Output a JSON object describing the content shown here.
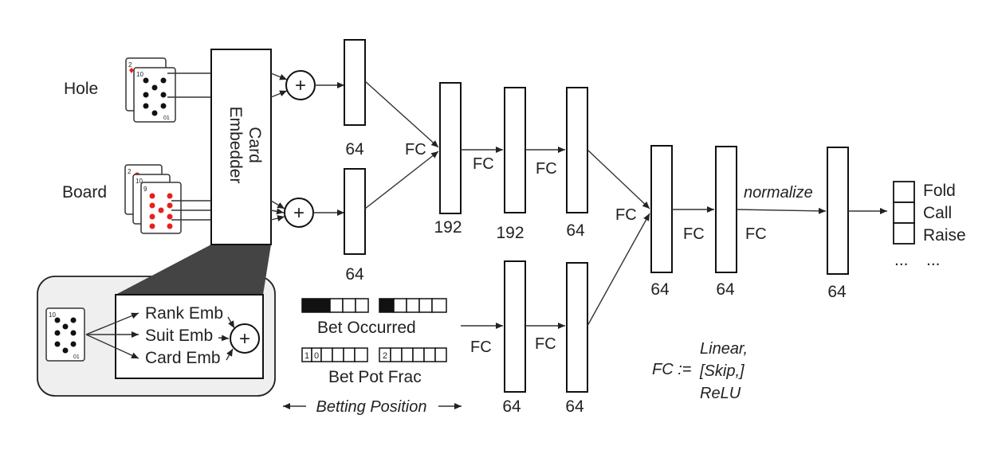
{
  "inputs": {
    "hole": "Hole",
    "board": "Board"
  },
  "embedder": {
    "line1": "Card",
    "line2": "Embedder"
  },
  "embedding_detail": {
    "rank": "Rank Emb",
    "suit": "Suit Emb",
    "card": "Card Emb"
  },
  "card_ranks": {
    "hole_front": "10",
    "hole_back": "2",
    "board_front": "9",
    "board_mid": "10",
    "board_back": "2",
    "detail": "10",
    "bottom": "01"
  },
  "symbols": {
    "plus": "+"
  },
  "layers": {
    "hole_64": "64",
    "board_64": "64",
    "concat_192": "192",
    "fc_192": "192",
    "fc_64a": "64",
    "bet_64a": "64",
    "bet_64b": "64",
    "merge_64": "64",
    "merge_64b": "64",
    "final_64": "64"
  },
  "fc_labels": {
    "fc1": "FC",
    "fc2": "FC",
    "fc3": "FC",
    "fc4": "FC",
    "fc5": "FC",
    "fc6": "FC",
    "fc7": "FC",
    "fc8": "FC"
  },
  "normalize": "normalize",
  "betting": {
    "occurred": "Bet Occurred",
    "pot_frac": "Bet Pot Frac",
    "position": "Betting Position",
    "cells": [
      "1",
      "0",
      "2"
    ]
  },
  "outputs": {
    "fold": "Fold",
    "call": "Call",
    "raise": "Raise",
    "ellipsis": "...",
    "ellipsis2": "..."
  },
  "definition": {
    "lhs": "FC :=",
    "l1": "Linear,",
    "l2": "[Skip,]",
    "l3": "ReLU"
  }
}
